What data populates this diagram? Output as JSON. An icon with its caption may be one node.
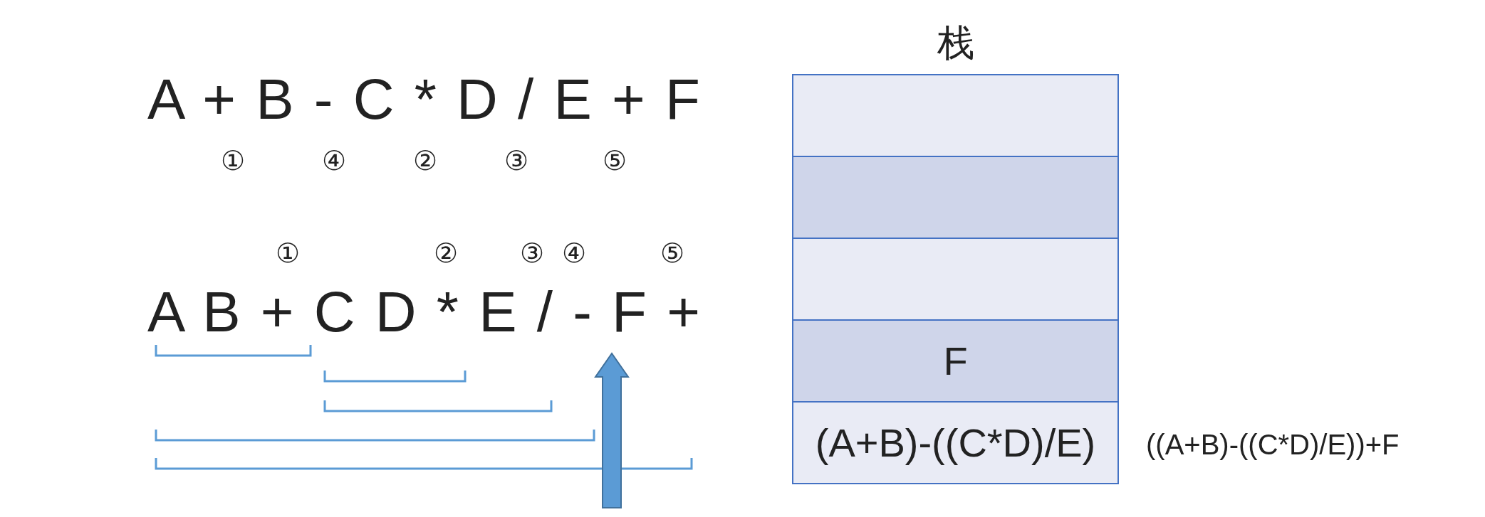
{
  "diagram": {
    "nodes": [
      {
        "text": [
          "栈"
        ]
      },
      {
        "text": [],
        "shape": "box",
        "in": 0
      },
      {
        "text": [],
        "shape": "box",
        "in": 0
      },
      {
        "text": [],
        "shape": "box",
        "in": 0
      },
      {
        "text": [
          "F"
        ],
        "in": 0
      },
      {
        "text": [
          "(A+B)-((C*D)/E)"
        ],
        "in": 0,
        "beside": [
          "((A+B)-((C*D)/E))+F"
        ]
      }
    ],
    "edges": [],
    "labels": [
      "A + B - C * D / E + F",
      "①",
      "④",
      "②",
      "③",
      "⑤",
      "①",
      "②",
      "③",
      "④",
      "⑤",
      "A B + C D * E / - F +"
    ]
  }
}
